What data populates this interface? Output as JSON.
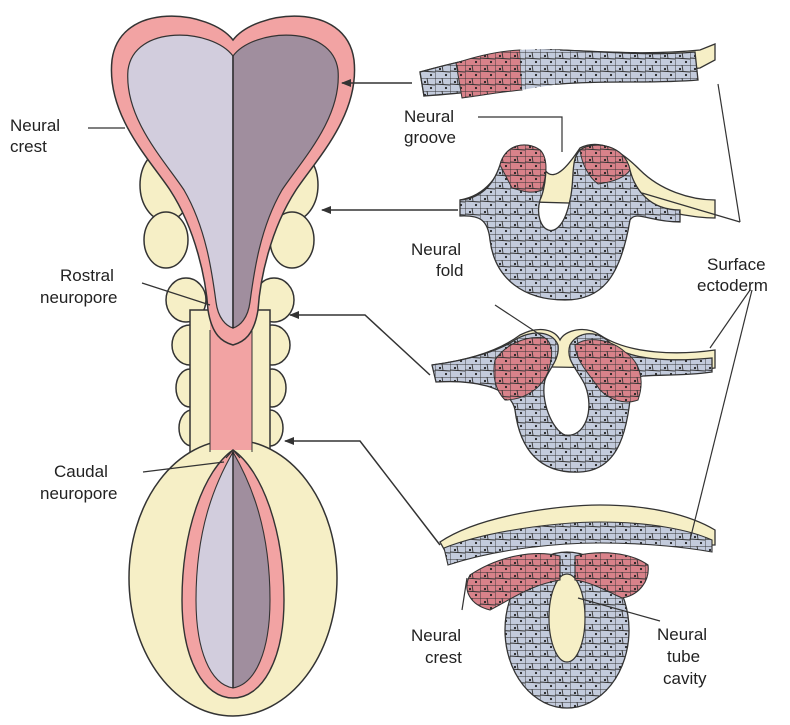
{
  "labels": {
    "neural_crest_top": [
      "Neural",
      "crest"
    ],
    "neural_groove": [
      "Neural",
      "groove"
    ],
    "neural_fold": [
      "Neural",
      "fold"
    ],
    "surface_ectoderm": [
      "Surface",
      "ectoderm"
    ],
    "rostral_neuropore": [
      "Rostral",
      "neuropore"
    ],
    "caudal_neuropore": [
      "Caudal",
      "neuropore"
    ],
    "neural_crest_bottom": [
      "Neural",
      "crest"
    ],
    "neural_tube_cavity": [
      "Neural",
      "tube",
      "cavity"
    ]
  },
  "colors": {
    "ectoderm_cream": "#f6efc6",
    "neural_pink": "#f2a3a3",
    "crest_red": "#d8828a",
    "plate_light": "#d2cddd",
    "plate_dark": "#a08e9e",
    "cell_blue": "#c3cbdc",
    "outline": "#333333"
  }
}
